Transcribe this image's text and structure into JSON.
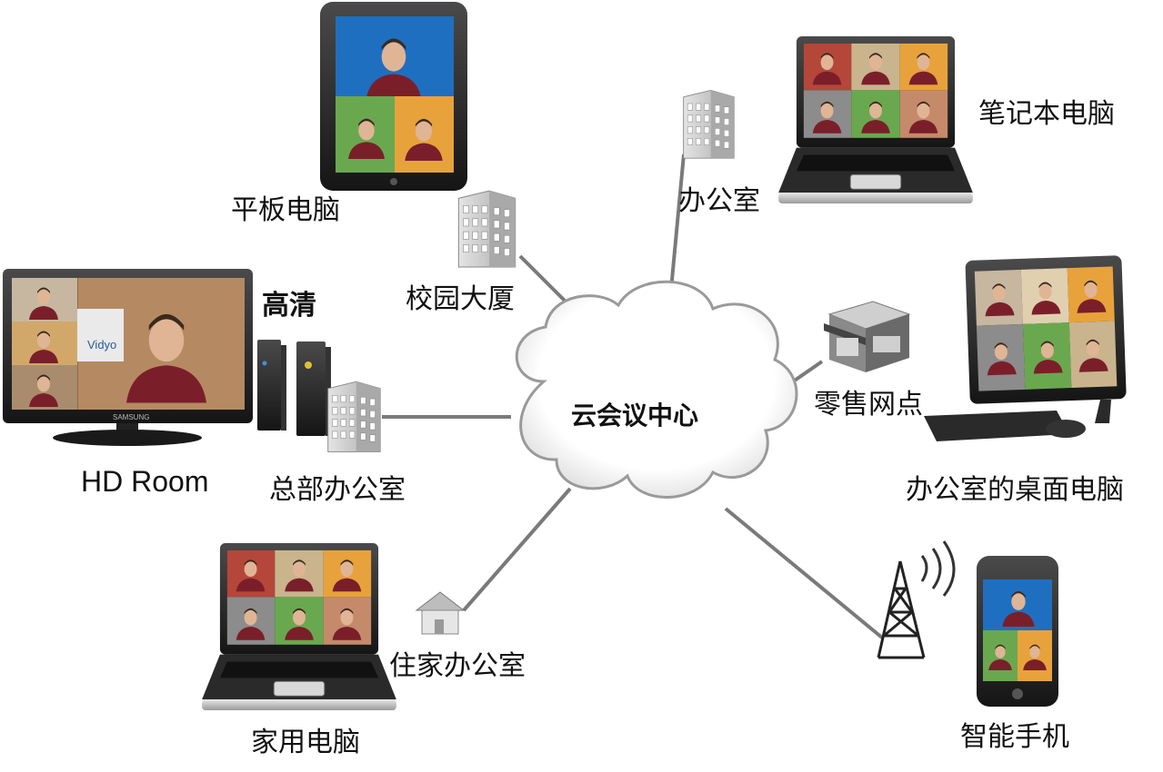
{
  "hub": {
    "label": "云会议中心"
  },
  "labels": {
    "tablet": "平板电脑",
    "campus_building": "校园大厦",
    "office_top": "办公室",
    "laptop_top": "笔记本电脑",
    "hd": "高清",
    "hd_room": "HD Room",
    "hq_office": "总部办公室",
    "retail": "零售网点",
    "office_desktop": "办公室的桌面电脑",
    "home_office": "住家办公室",
    "home_pc": "家用电脑",
    "smartphone": "智能手机"
  },
  "tv_logo": "Vidyo",
  "tv_brand": "SAMSUNG",
  "colors": {
    "link_line": "#7a7a7a",
    "cloud_fill": "#ffffff",
    "cloud_stroke": "#9a9a9a",
    "device_dark": "#1e1e1e",
    "building_gray": "#b9b9b9",
    "tablet_sky": "#1f6fc0",
    "tile_green": "#6aa84f",
    "tile_orange": "#e8a23b",
    "tile_red": "#b5463a",
    "tile_tan": "#c9b48d",
    "tile_blue": "#4a7fb5",
    "tile_gray": "#8c8c8c"
  },
  "icons": [
    "building-icon",
    "house-icon",
    "store-icon",
    "radio-tower-icon",
    "cloud-shape",
    "tablet-device",
    "laptop-device",
    "tv-device",
    "server-tower",
    "monitor-device",
    "smartphone-device"
  ]
}
